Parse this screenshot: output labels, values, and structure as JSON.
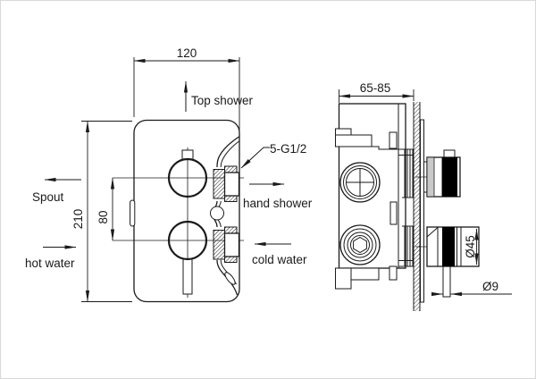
{
  "drawing": {
    "front_view": {
      "dim_width": "120",
      "dim_height": "210",
      "dim_handle_spacing": "80",
      "label_top_shower": "Top shower",
      "label_spout": "Spout",
      "label_hot_water": "hot water",
      "label_hand_shower": "hand shower",
      "label_cold_water": "cold water",
      "label_thread_ports": "5-G1/2"
    },
    "side_view": {
      "dim_depth_range": "65-85",
      "dim_handle_diameter": "Ø45",
      "dim_lever_diameter": "Ø9"
    },
    "colors": {
      "line": "#1a1a1a",
      "background": "#ffffff",
      "handle_band": "#000000",
      "handle_shade": "#c9c9c9"
    }
  }
}
